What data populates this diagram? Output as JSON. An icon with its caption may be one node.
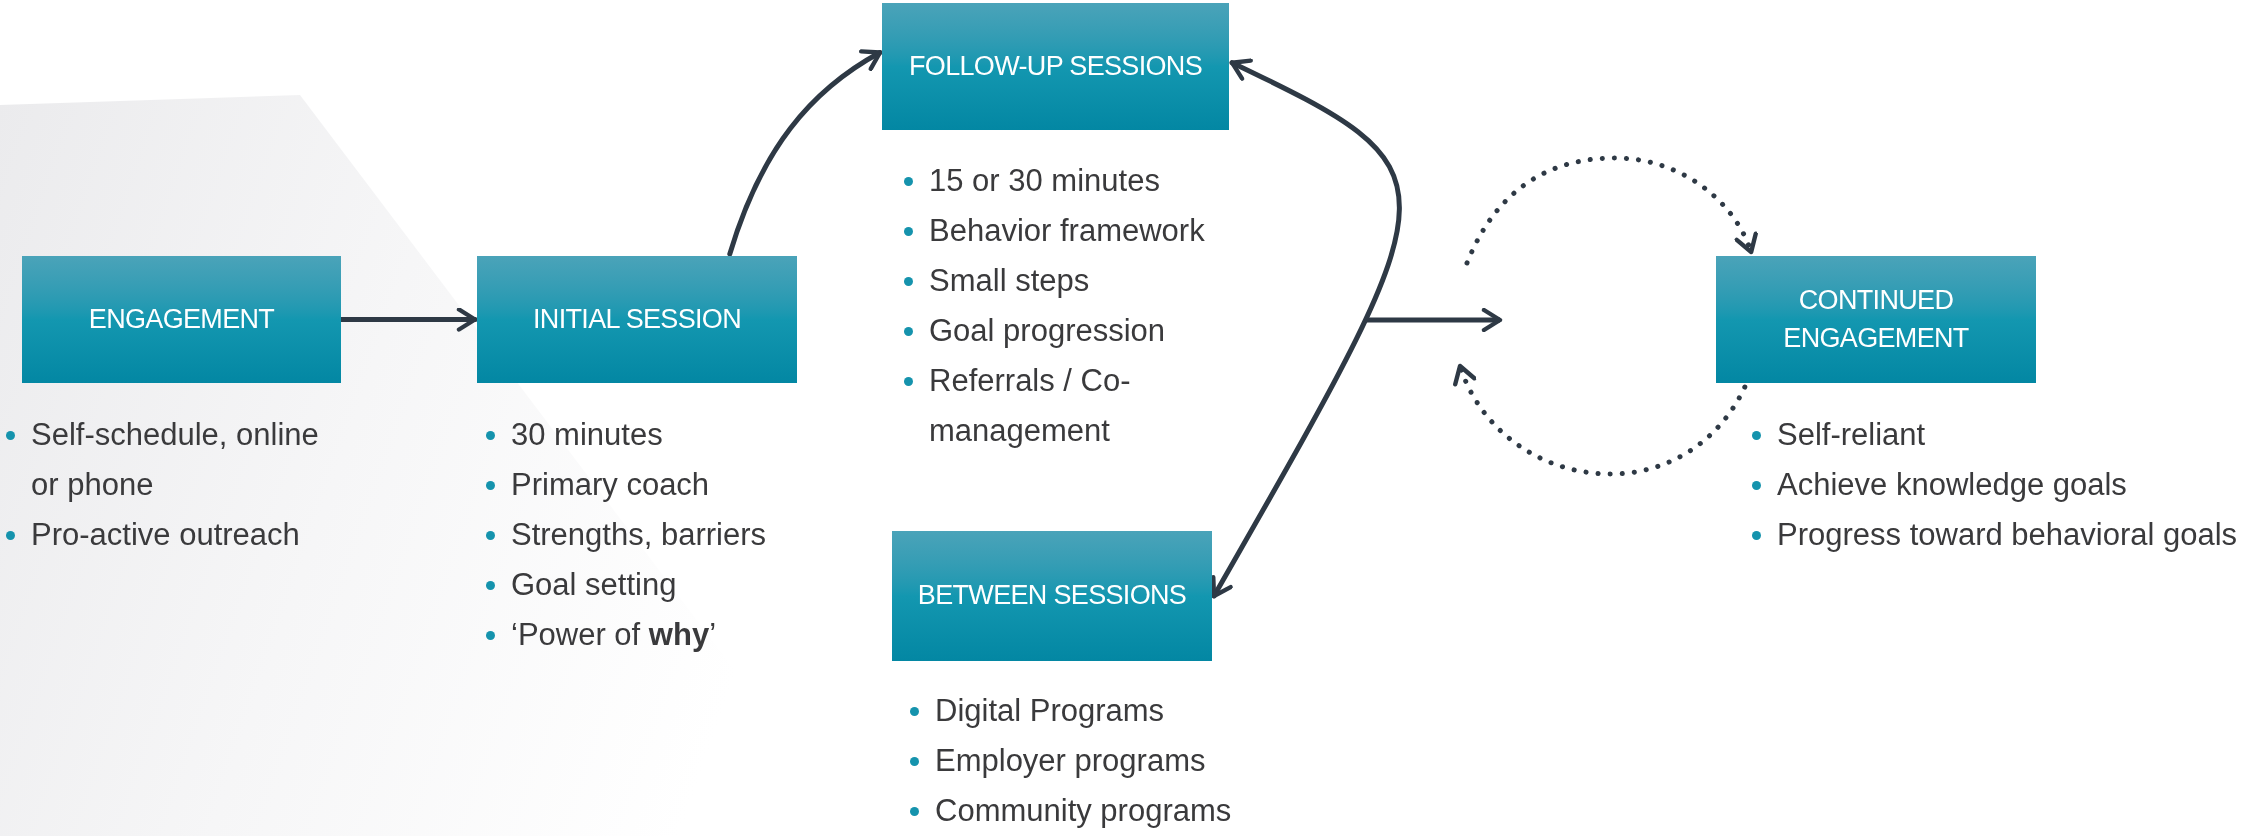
{
  "diagram": {
    "nodes": [
      {
        "text": [
          "ENGAGEMENT"
        ],
        "beside": [
          "Self-schedule, online or phone",
          "Pro-active outreach"
        ]
      },
      {
        "text": [
          "INITIAL SESSION"
        ],
        "beside": [
          "30 minutes",
          "Primary coach",
          "Strengths, barriers",
          "Goal setting",
          "‘Power of **why**’"
        ]
      },
      {
        "text": [
          "FOLLOW-UP SESSIONS"
        ],
        "beside": [
          "15 or 30 minutes",
          "Behavior framework",
          "Small steps",
          "Goal progression",
          "Referrals / Co-management"
        ]
      },
      {
        "text": [
          "BETWEEN SESSIONS"
        ],
        "beside": [
          "Digital Programs",
          "Employer programs",
          "Community programs"
        ]
      },
      {
        "text": [
          "CONTINUED ENGAGEMENT"
        ],
        "beside": [
          "Self-reliant",
          "Achieve knowledge goals",
          "Progress toward behavioral goals"
        ]
      }
    ],
    "edges": [
      {
        "from": 0,
        "to": 1,
        "arrow": "to"
      },
      {
        "from": 1,
        "to": 2,
        "arrow": "to"
      },
      {
        "from": 3,
        "to": 2,
        "arrow": "both"
      },
      {
        "from": null,
        "to": 4,
        "arrow": "to",
        "style": "dashed"
      },
      {
        "from": 4,
        "to": null,
        "arrow": "to",
        "style": "dashed"
      }
    ]
  }
}
